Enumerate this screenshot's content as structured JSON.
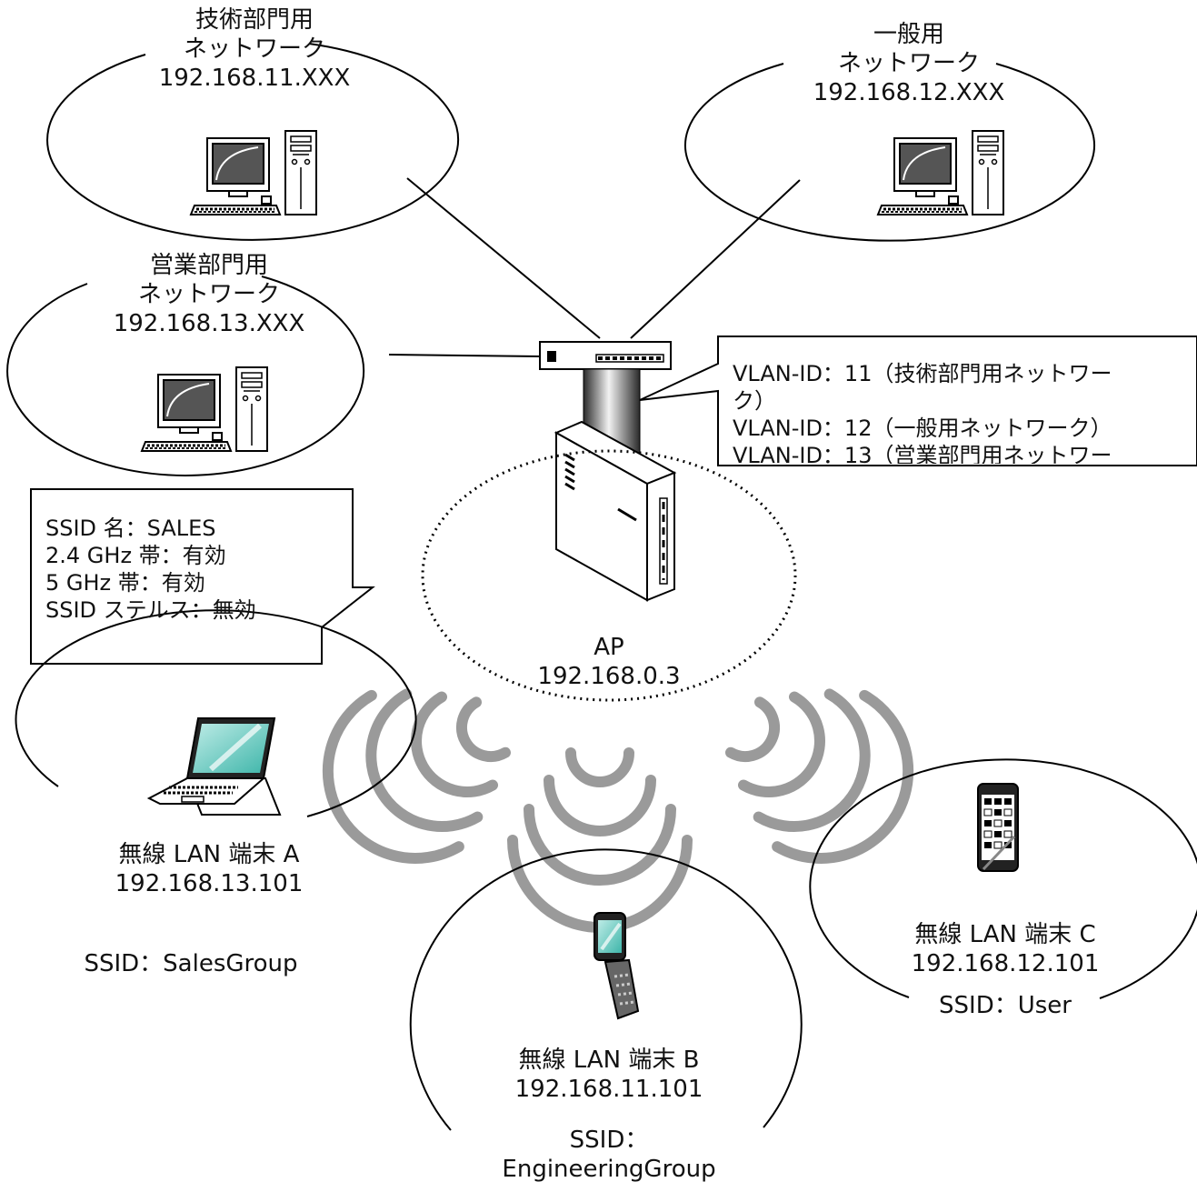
{
  "networks": {
    "engineering": {
      "name_line1": "技術部門用",
      "name_line2": "ネットワーク",
      "address": "192.168.11.XXX"
    },
    "general": {
      "name_line1": "一般用",
      "name_line2": "ネットワーク",
      "address": "192.168.12.XXX"
    },
    "sales": {
      "name_line1": "営業部門用",
      "name_line2": "ネットワーク",
      "address": "192.168.13.XXX"
    }
  },
  "vlan_callout": {
    "lines": [
      "VLAN-ID：11（技術部門用ネットワー",
      "ク）",
      "VLAN-ID：12（一般用ネットワーク）",
      "VLAN-ID：13（営業部門用ネットワー"
    ]
  },
  "ssid_callout": {
    "lines": [
      "SSID 名：SALES",
      "2.4 GHz 帯：有効",
      "5 GHz 帯：有効",
      "SSID ステルス：無効"
    ]
  },
  "access_point": {
    "name": "AP",
    "address": "192.168.0.3"
  },
  "terminals": {
    "a": {
      "name": "無線 LAN 端末 A",
      "address": "192.168.13.101",
      "ssid": "SSID：SalesGroup"
    },
    "b": {
      "name": "無線 LAN 端末 B",
      "address": "192.168.11.101",
      "ssid_line1": "SSID：",
      "ssid_line2": "EngineeringGroup"
    },
    "c": {
      "name": "無線 LAN 端末 C",
      "address": "192.168.12.101",
      "ssid": "SSID：User"
    }
  }
}
